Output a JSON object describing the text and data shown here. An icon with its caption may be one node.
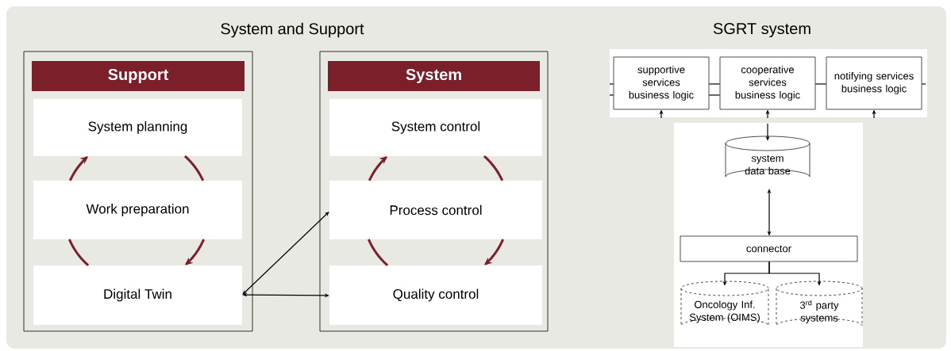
{
  "diagram": {
    "nodes": [
      {
        "text": [
          "Support"
        ]
      },
      {
        "text": [
          "System planning"
        ],
        "in": 0
      },
      {
        "text": [
          "Work preparation"
        ],
        "in": 0
      },
      {
        "text": [
          "Digital Twin"
        ],
        "in": 0
      },
      {
        "text": [
          "System"
        ]
      },
      {
        "text": [
          "System control"
        ],
        "in": 4
      },
      {
        "text": [
          "Process control"
        ],
        "in": 4
      },
      {
        "text": [
          "Quality control"
        ],
        "in": 4
      },
      {
        "text": [
          "supportive services business logic"
        ]
      },
      {
        "text": [
          "cooperative services business logic"
        ]
      },
      {
        "text": [
          "notifying services business logic"
        ]
      },
      {
        "text": [
          "system data base"
        ]
      },
      {
        "text": [
          "connector"
        ]
      },
      {
        "text": [
          "Oncology Inf. System (OIMS)"
        ]
      },
      {
        "text": [
          "3$^{rd}$ party systems"
        ]
      }
    ],
    "edges": [
      {
        "from": 2,
        "to": 1,
        "arrow": "to",
        "style": "thick",
        "color": "#7b1f2a"
      },
      {
        "from": 1,
        "to": 2,
        "arrow": "none",
        "style": "thick",
        "color": "#7b1f2a"
      },
      {
        "from": 2,
        "to": 3,
        "arrow": "to",
        "style": "thick",
        "color": "#7b1f2a"
      },
      {
        "from": 3,
        "to": 2,
        "arrow": "none",
        "style": "thick",
        "color": "#7b1f2a"
      },
      {
        "from": 6,
        "to": 5,
        "arrow": "to",
        "style": "thick",
        "color": "#7b1f2a"
      },
      {
        "from": 5,
        "to": 6,
        "arrow": "none",
        "style": "thick",
        "color": "#7b1f2a"
      },
      {
        "from": 6,
        "to": 7,
        "arrow": "to",
        "style": "thick",
        "color": "#7b1f2a"
      },
      {
        "from": 7,
        "to": 6,
        "arrow": "none",
        "style": "thick",
        "color": "#7b1f2a"
      },
      {
        "from": 3,
        "to": 6,
        "arrow": "both"
      },
      {
        "from": 3,
        "to": 7,
        "arrow": "both"
      },
      {
        "from": null,
        "to": 8,
        "arrow": "none"
      },
      {
        "from": null,
        "to": 8,
        "arrow": "none"
      },
      {
        "from": 8,
        "to": 9,
        "arrow": "none"
      },
      {
        "from": 8,
        "to": 9,
        "arrow": "none"
      },
      {
        "from": 9,
        "to": 10,
        "arrow": "none"
      },
      {
        "from": 10,
        "to": null,
        "arrow": "none"
      },
      {
        "from": null,
        "to": 8,
        "arrow": "to"
      },
      {
        "from": null,
        "to": 9,
        "arrow": "to"
      },
      {
        "from": null,
        "to": 10,
        "arrow": "to"
      },
      {
        "from": null,
        "to": 11,
        "arrow": "to"
      },
      {
        "from": 11,
        "to": 12,
        "arrow": "both"
      },
      {
        "from": 12,
        "to": 13,
        "arrow": "to"
      },
      {
        "from": 12,
        "to": 14,
        "arrow": "to"
      }
    ],
    "labels": [
      "System and Support",
      "SGRT system"
    ]
  }
}
